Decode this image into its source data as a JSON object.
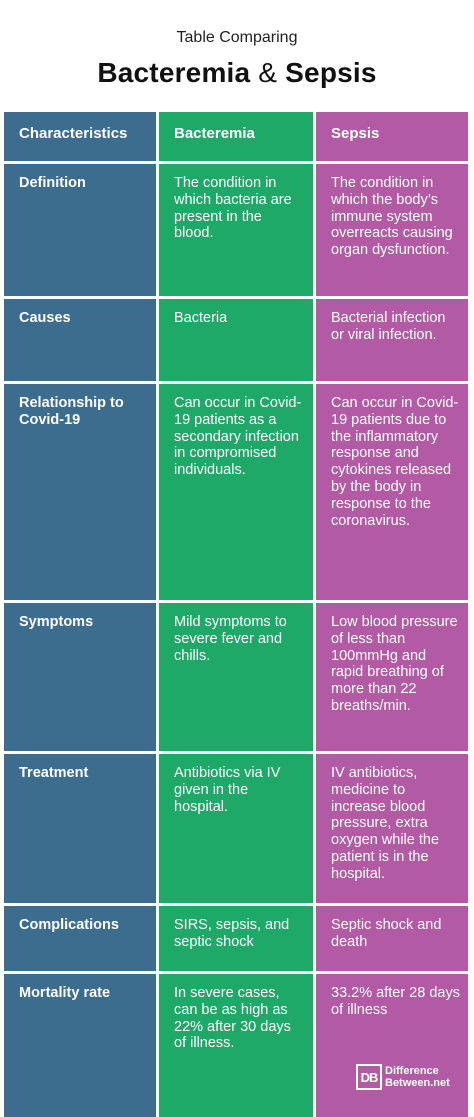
{
  "header": {
    "subtitle": "Table Comparing",
    "title_left": "Bacteremia",
    "title_amp": "&",
    "title_right": "Sepsis"
  },
  "colors": {
    "characteristics_col": "#3d6d8e",
    "bacteremia_col": "#1fa968",
    "sepsis_col": "#b35aa5"
  },
  "table": {
    "columns": [
      "Characteristics",
      "Bacteremia",
      "Sepsis"
    ],
    "rows": [
      {
        "label": "Definition",
        "bacteremia": "The condition in which bacteria are present in the blood.",
        "sepsis": "The condition in which the body’s immune system overreacts causing organ dysfunction."
      },
      {
        "label": "Causes",
        "bacteremia": "Bacteria",
        "sepsis": "Bacterial infection or viral infection."
      },
      {
        "label": "Relationship to Covid-19",
        "bacteremia": "Can occur in Covid-19 patients as a secondary infection in compromised individuals.",
        "sepsis": "Can occur in Covid-19 patients due to the inflammatory response and cytokines released by the body in response to the coronavirus."
      },
      {
        "label": "Symptoms",
        "bacteremia": "Mild symptoms to severe fever and chills.",
        "sepsis": "Low blood pressure of less than 100mmHg and rapid breathing of more than 22 breaths/min."
      },
      {
        "label": "Treatment",
        "bacteremia": "Antibiotics via IV given in the hospital.",
        "sepsis": "IV antibiotics, medicine to increase blood pressure, extra oxygen while the patient is in the hospital."
      },
      {
        "label": "Complications",
        "bacteremia": "SIRS, sepsis, and septic shock",
        "sepsis": "Septic shock and death"
      },
      {
        "label": "Mortality rate",
        "bacteremia": "In severe cases, can be as high as 22% after 30 days of illness.",
        "sepsis": "33.2% after 28 days of illness"
      }
    ]
  },
  "logo": {
    "mark": "DB",
    "line1": "Difference",
    "line2": "Between.net"
  }
}
